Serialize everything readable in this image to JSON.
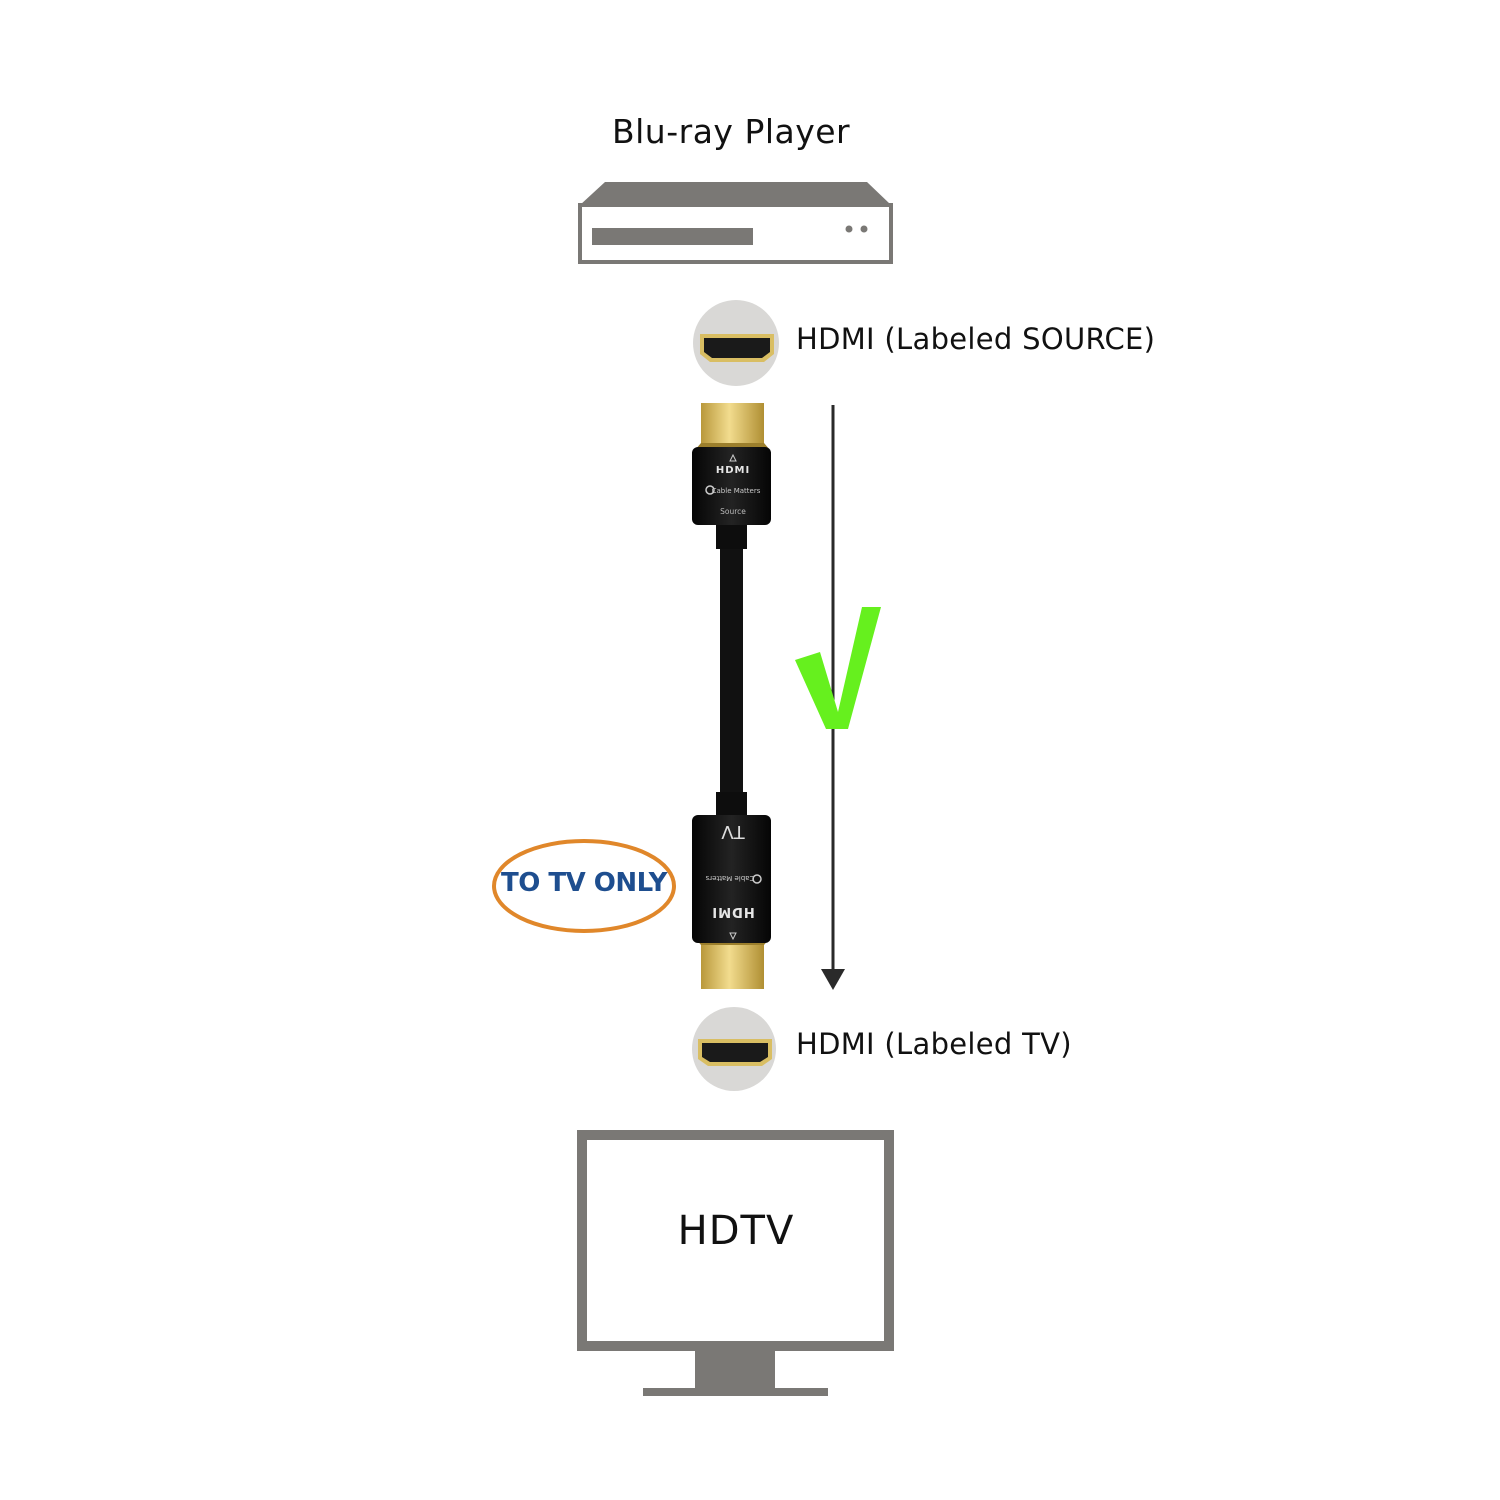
{
  "player": {
    "title": "Blu-ray Player",
    "icon": "blu-ray-player-icon"
  },
  "ports": {
    "source_label": "HDMI (Labeled SOURCE)",
    "tv_label": "HDMI (Labeled TV)",
    "icon": "hdmi-port-icon"
  },
  "cable": {
    "top_plug": {
      "brand": "HDMI",
      "maker": "Cable Matters",
      "end": "Source"
    },
    "bottom_plug": {
      "brand": "HDMI",
      "maker": "Cable Matters",
      "end": "TV"
    },
    "callout": "TO TV ONLY"
  },
  "tv": {
    "screen_text": "HDTV",
    "icon": "hdtv-icon"
  },
  "colors": {
    "device_gray": "#7a7875",
    "port_circle": "#d9d8d6",
    "gold": "#d9be63",
    "check_green": "#66f01e",
    "callout_orange": "#e0872a",
    "callout_text": "#1e4e8f",
    "arrow": "#2a2a2a"
  }
}
